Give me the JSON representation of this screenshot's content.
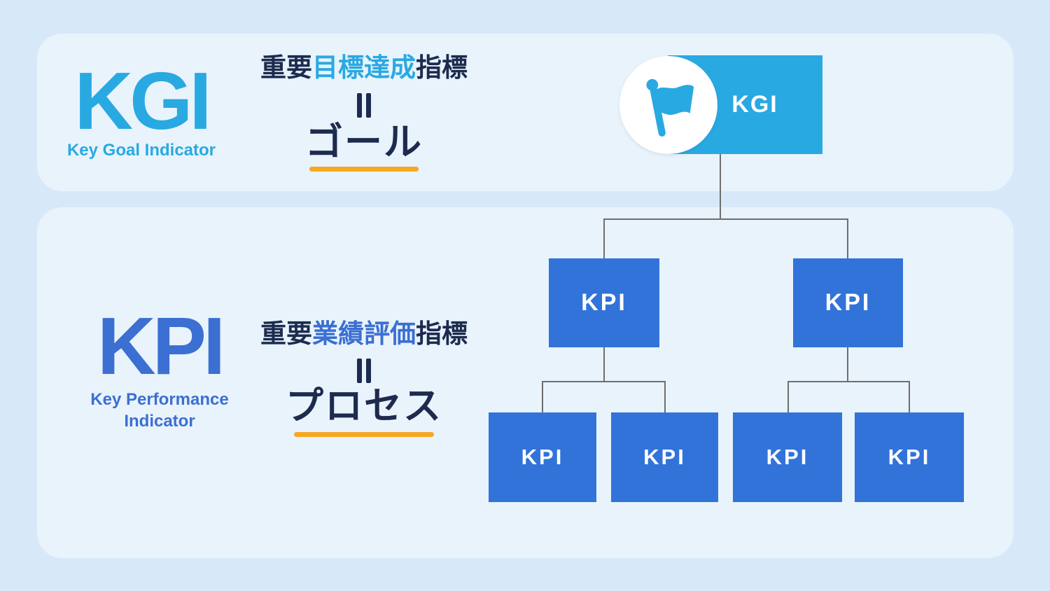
{
  "kgi_section": {
    "abbr": "KGI",
    "full_name": "Key Goal Indicator",
    "heading_prefix": "重要",
    "heading_highlight": "目標達成",
    "heading_suffix": "指標",
    "equals": "=",
    "result": "ゴール"
  },
  "kpi_section": {
    "abbr": "KPI",
    "full_name_line1": "Key Performance",
    "full_name_line2": "Indicator",
    "heading_prefix": "重要",
    "heading_highlight": "業績評価",
    "heading_suffix": "指標",
    "equals": "=",
    "result": "プロセス"
  },
  "diagram": {
    "root": {
      "label": "KGI",
      "icon": "flag-icon"
    },
    "mid_nodes": [
      {
        "label": "KPI"
      },
      {
        "label": "KPI"
      }
    ],
    "leaf_nodes": [
      {
        "label": "KPI"
      },
      {
        "label": "KPI"
      },
      {
        "label": "KPI"
      },
      {
        "label": "KPI"
      }
    ]
  },
  "colors": {
    "background": "#D7E9F8",
    "panel": "#E9F3FC",
    "cyan_accent": "#29A9E2",
    "royal_text": "#3B6FD2",
    "royal_box": "#3273D9",
    "navy_text": "#1C2B4E",
    "orange_underline": "#F7A823",
    "connector_gray": "#6E6E6E"
  }
}
